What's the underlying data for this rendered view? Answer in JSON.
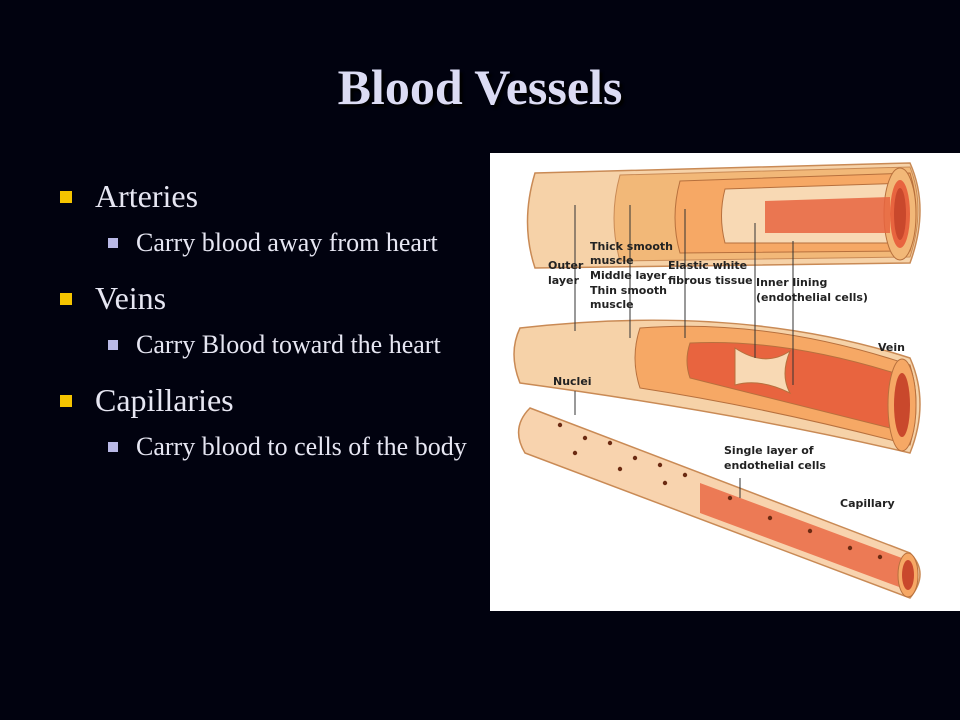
{
  "slide": {
    "title": "Blood Vessels",
    "bullets": [
      {
        "heading": "Arteries",
        "sub": "Carry blood away from heart"
      },
      {
        "heading": "Veins",
        "sub": "Carry Blood toward the heart"
      },
      {
        "heading": "Capillaries",
        "sub": "Carry blood to cells of the body"
      }
    ]
  },
  "diagram": {
    "labels": {
      "outer_layer_1": "Outer",
      "outer_layer_2": "layer",
      "thick_muscle_1": "Thick smooth",
      "thick_muscle_2": "muscle",
      "middle_layer": "Middle layer",
      "thin_muscle_1": "Thin smooth",
      "thin_muscle_2": "muscle",
      "elastic_1": "Elastic white",
      "elastic_2": "fibrous tissue",
      "inner_lining_1": "Inner lining",
      "inner_lining_2": "(endothelial cells)",
      "vein": "Vein",
      "nuclei": "Nuclei",
      "single_layer_1": "Single layer of",
      "single_layer_2": "endothelial cells",
      "capillary": "Capillary"
    },
    "colors": {
      "outer_wall": "#f2c08a",
      "muscle": "#f6a865",
      "lumen": "#e8643f",
      "lumen_deep": "#c9482c",
      "background": "#ffffff"
    }
  }
}
